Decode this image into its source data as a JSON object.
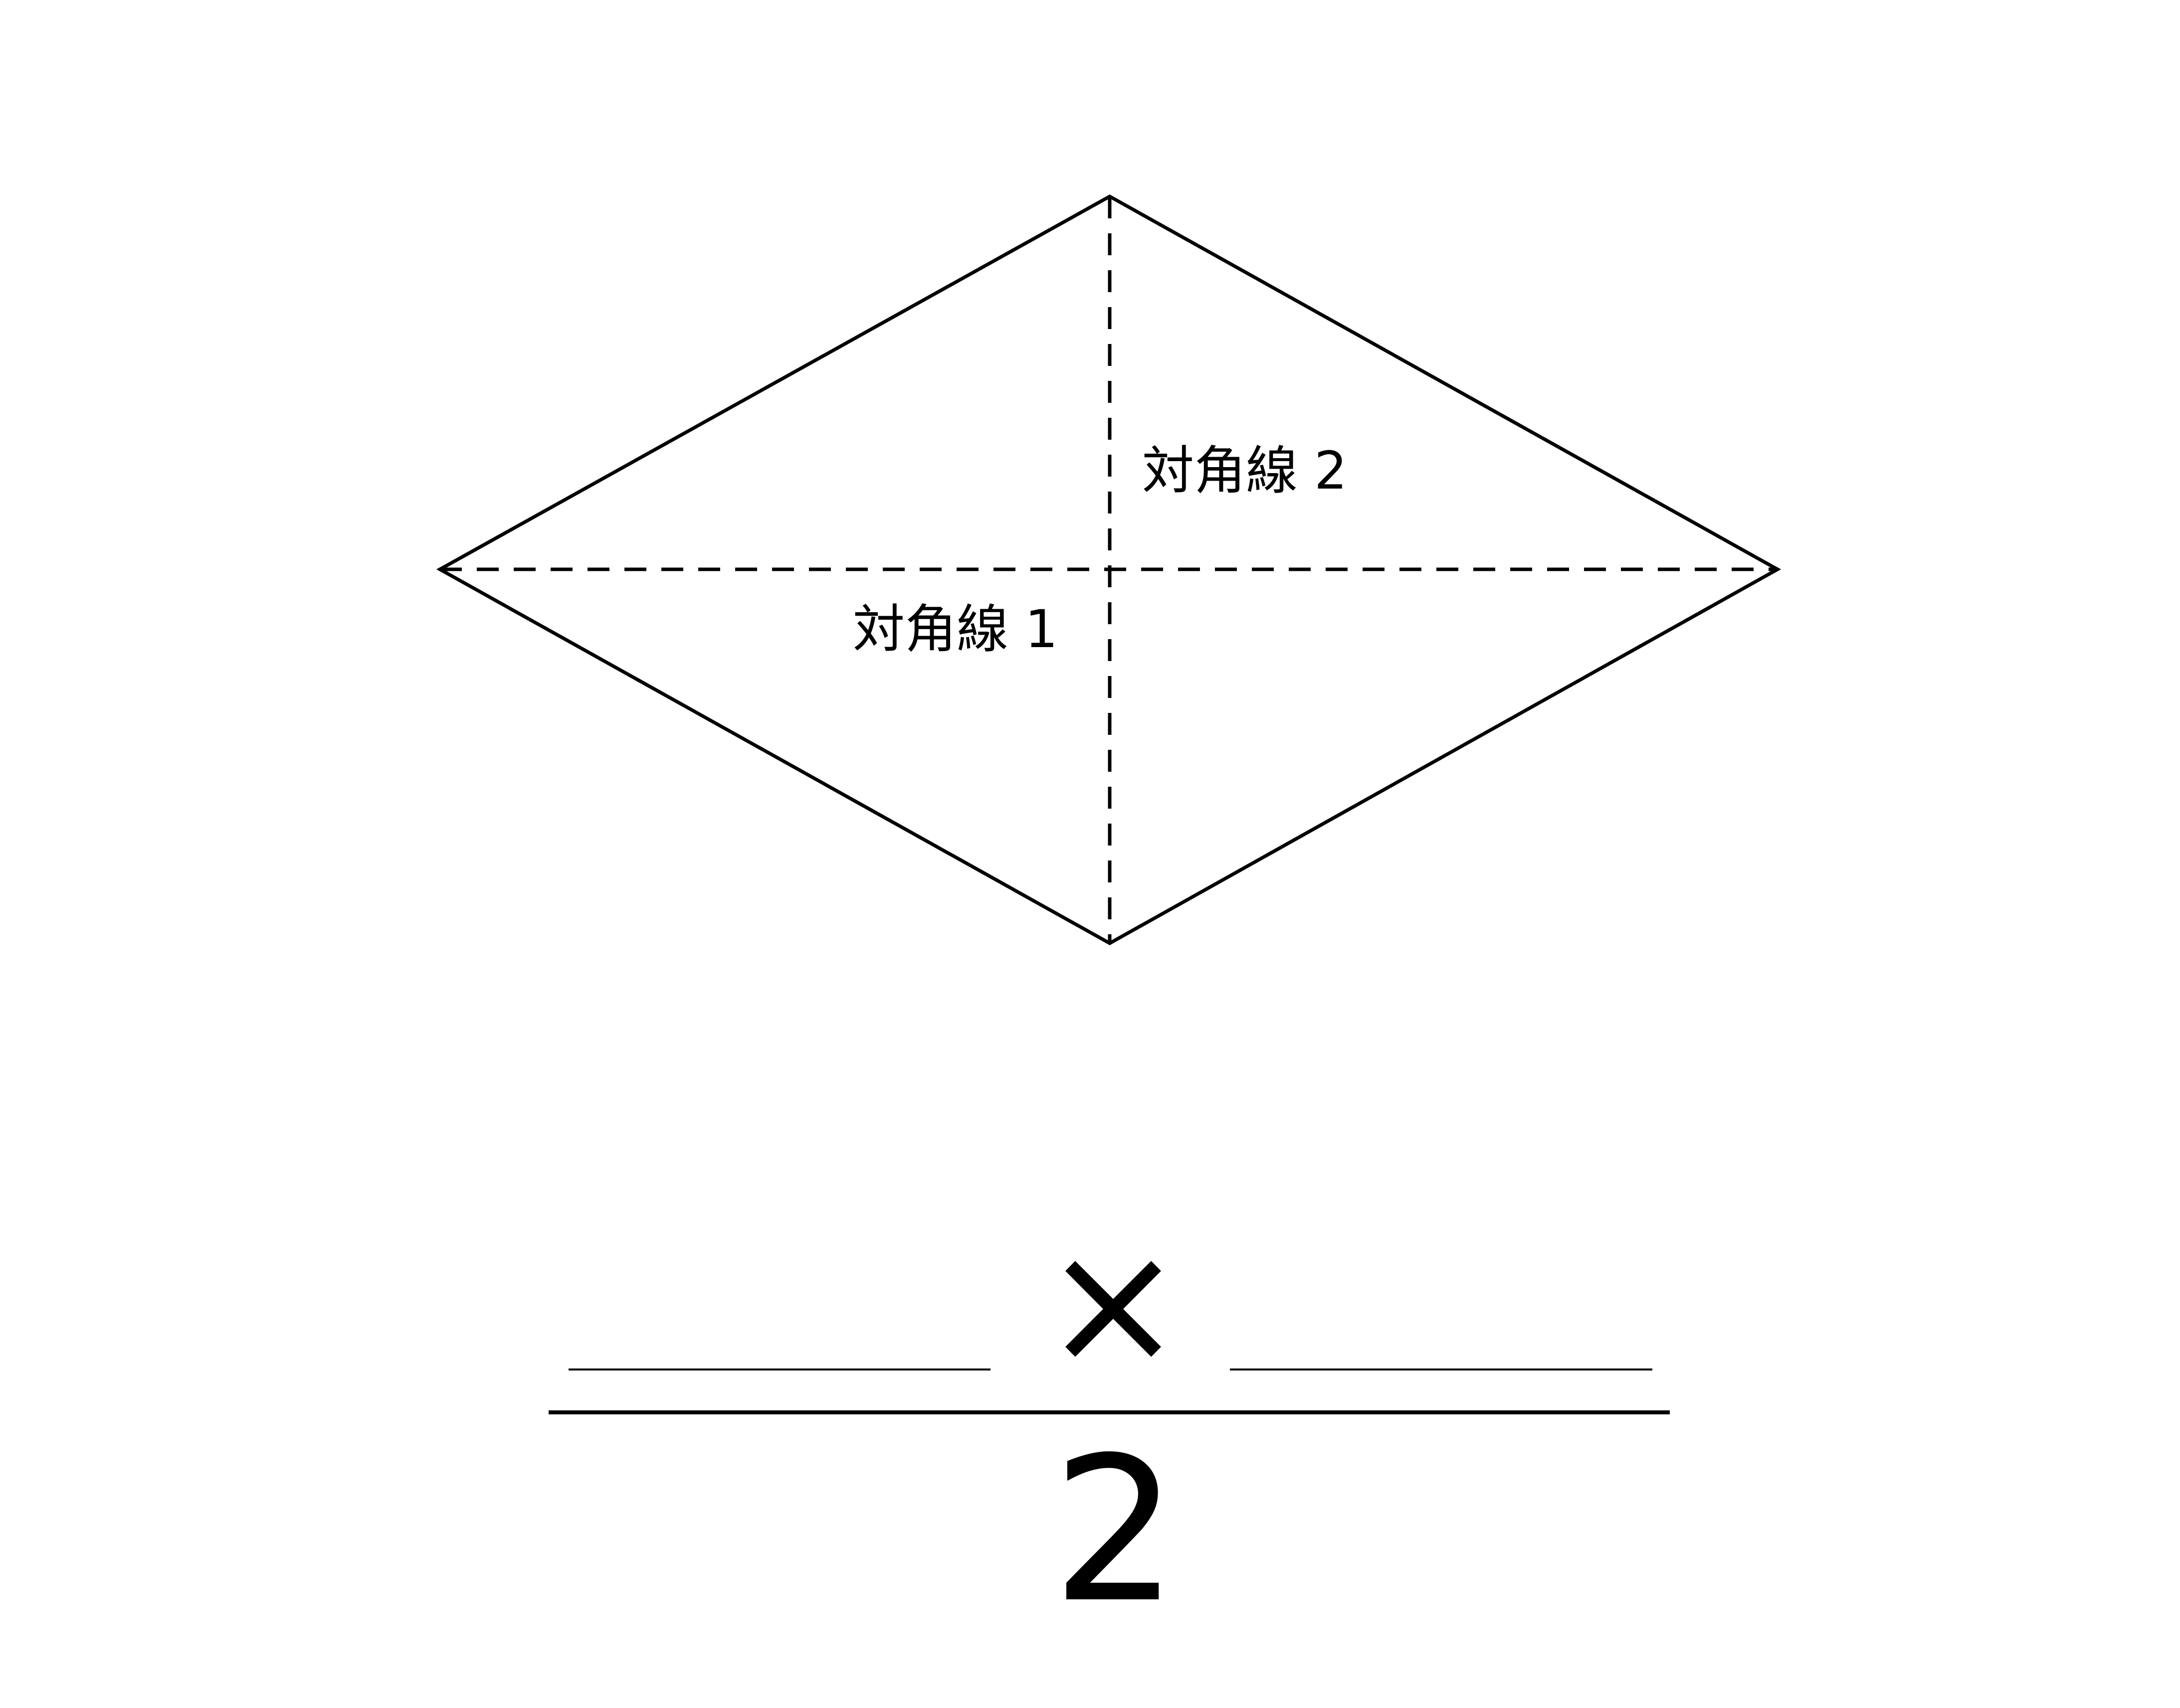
{
  "diagram": {
    "diagonal_1_label": "対角線 1",
    "diagonal_2_label": "対角線 2"
  },
  "formula": {
    "operator": "×",
    "denominator": "2"
  },
  "colors": {
    "stroke": "#000000",
    "background": "#ffffff"
  }
}
